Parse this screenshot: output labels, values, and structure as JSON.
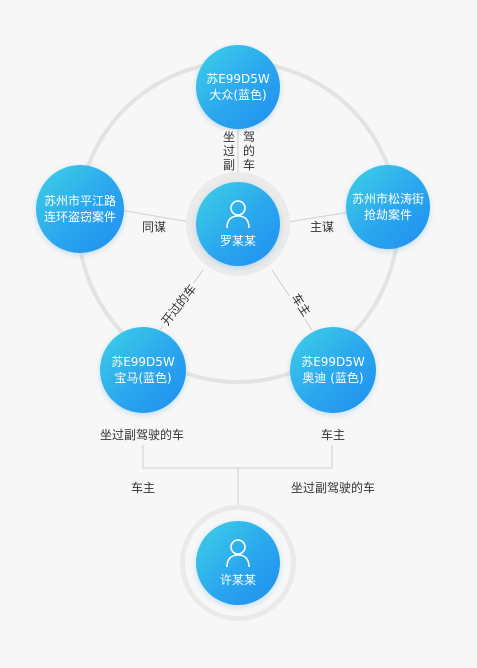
{
  "center_person": {
    "name": "罗某某"
  },
  "bottom_person": {
    "name": "许某某"
  },
  "nodes": {
    "top": {
      "line1": "苏E99D5W",
      "line2": "大众(蓝色)"
    },
    "left": {
      "line1": "苏州市平江路",
      "line2": "连环盗窃案件"
    },
    "right": {
      "line1": "苏州市松涛街",
      "line2": "抢劫案件"
    },
    "bottom_left": {
      "line1": "苏E99D5W",
      "line2": "宝马(蓝色)"
    },
    "bottom_right": {
      "line1": "苏E99D5W",
      "line2": "奥迪 (蓝色)"
    }
  },
  "relations": {
    "top_left": "坐过副",
    "top_right": "驾的车",
    "left": "同谋",
    "right": "主谋",
    "bottom_left": "开过的车",
    "bottom_right": "车主"
  },
  "captions": {
    "bl_upper": "坐过副驾驶的车",
    "br_upper": "车主",
    "bl_lower": "车主",
    "br_lower": "坐过副驾驶的车"
  },
  "colors": {
    "node_gradient_start": "#3fd1e6",
    "node_gradient_end": "#1f8ff0",
    "ring": "#e0e0e0",
    "lines": "#cfcfcf"
  }
}
